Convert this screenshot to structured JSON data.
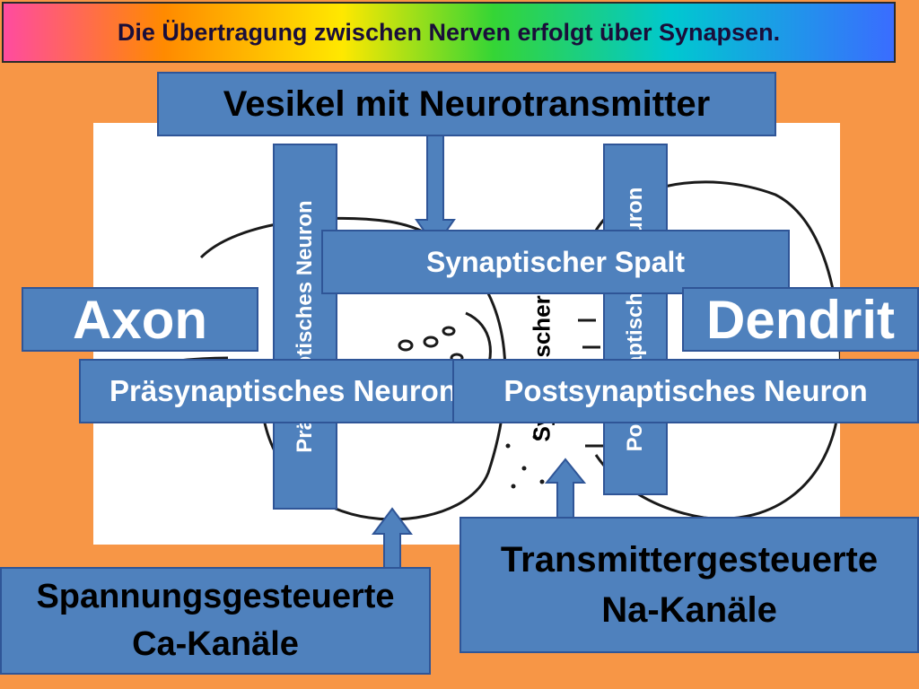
{
  "title": "Die Übertragung zwischen Nerven erfolgt über Synapsen.",
  "labels": {
    "vesikel": "Vesikel mit Neurotransmitter",
    "synaptischer_spalt": "Synaptischer Spalt",
    "axon": "Axon",
    "dendrit": "Dendrit",
    "praesynaptisch": "Präsynaptisches Neuron",
    "postsynaptisch": "Postsynaptisches Neuron",
    "praesynaptisch_vertical": "Präsynaptisches Neuron",
    "postsynaptisch_vertical": "Postsynaptisches Neuron",
    "spalt_vertical": "Synaptischer Spalt",
    "spannung_line1": "Spannungsgesteuerte",
    "spannung_line2": "Ca-Kanäle",
    "transmitter_line1": "Transmittergesteuerte",
    "transmitter_line2": "Na-Kanäle"
  },
  "colors": {
    "background": "#f79646",
    "box_fill": "#4f81bd",
    "box_border": "#2f5597",
    "box_text": "#ffffff"
  }
}
